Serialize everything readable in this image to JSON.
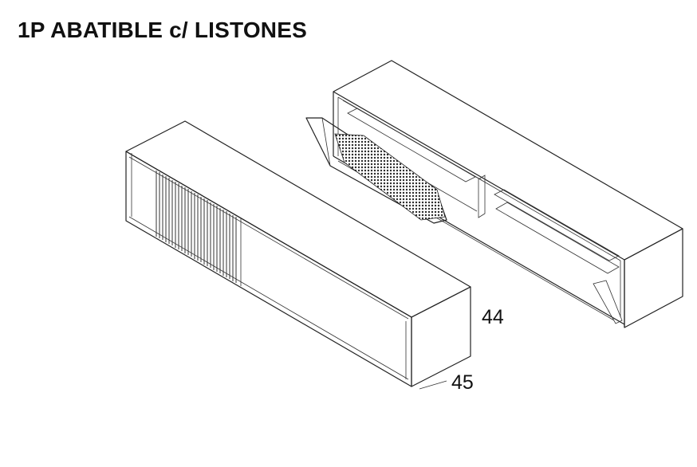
{
  "title": "1P ABATIBLE c/ LISTONES",
  "dimensions": {
    "height": "44",
    "depth": "45"
  },
  "colors": {
    "line": "#222222",
    "background": "#ffffff"
  }
}
